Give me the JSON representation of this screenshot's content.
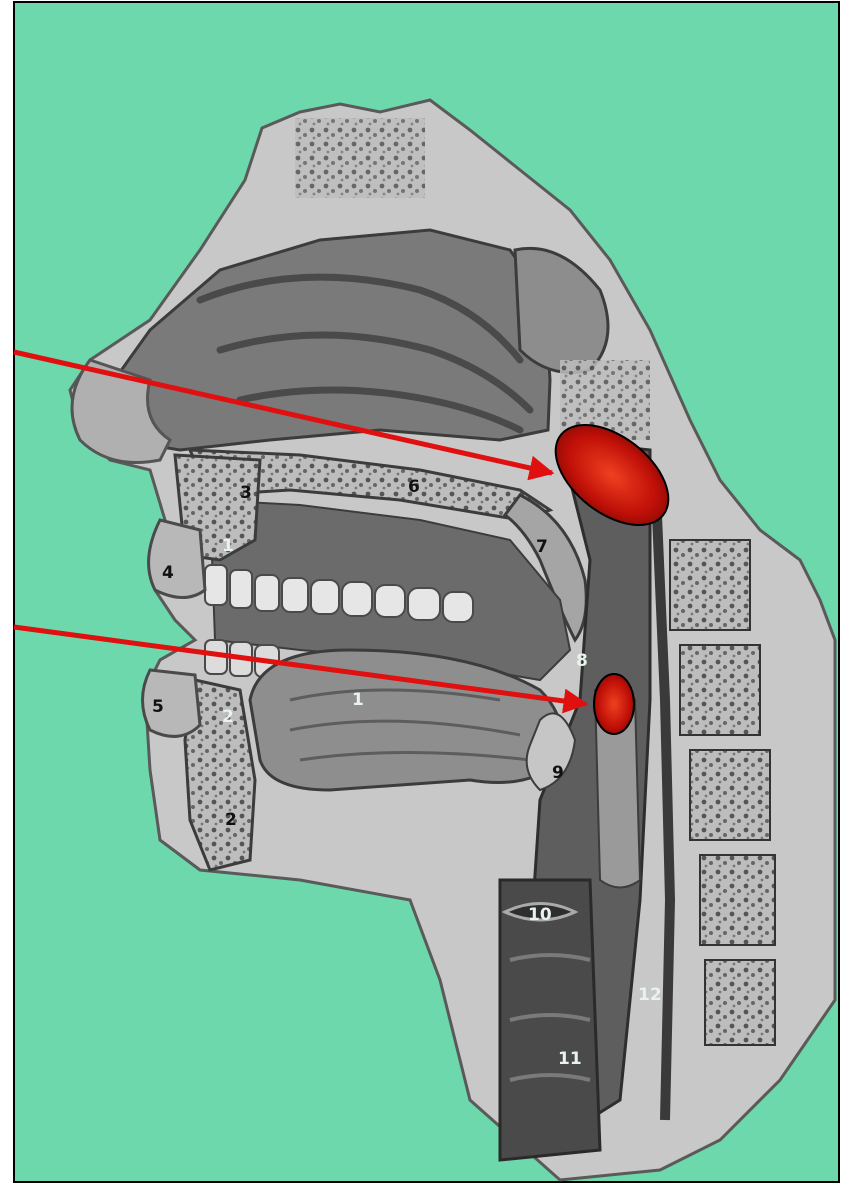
{
  "colors": {
    "background": "#6dd8ab",
    "frame": "#000000",
    "highlight": "#d01010",
    "arrow": "#e01010"
  },
  "labels": {
    "tongue": "1",
    "mandible": "2",
    "maxilla": "3",
    "upper_lip": "4",
    "lower_lip": "5",
    "hard_palate": "6",
    "soft_palate": "7",
    "uvula": "8",
    "epiglottis": "9",
    "vocal_cords": "10",
    "larynx": "11",
    "esophagus": "12",
    "upper_teeth": "1",
    "lower_teeth": "2"
  },
  "markers": [
    {
      "name": "nasopharynx-highlight",
      "color": "#d01010"
    },
    {
      "name": "oropharynx-highlight",
      "color": "#d01010"
    }
  ]
}
